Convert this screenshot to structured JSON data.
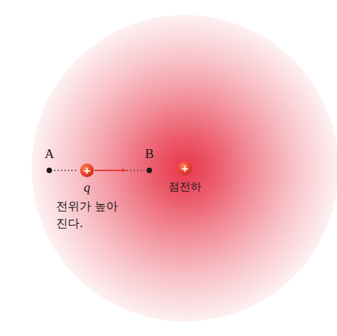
{
  "diagram": {
    "nodes": [
      {
        "text": [
          "A"
        ]
      },
      {
        "text": [
          "+",
          "q"
        ]
      },
      {
        "text": [
          "B"
        ]
      },
      {
        "text": [
          "+",
          "점전하"
        ]
      }
    ],
    "edges": [
      {
        "from": 0,
        "to": 1,
        "arrow": "none"
      },
      {
        "from": 1,
        "to": 2,
        "arrow": "to"
      }
    ],
    "labels": [
      "전위가 높아 진다."
    ]
  }
}
